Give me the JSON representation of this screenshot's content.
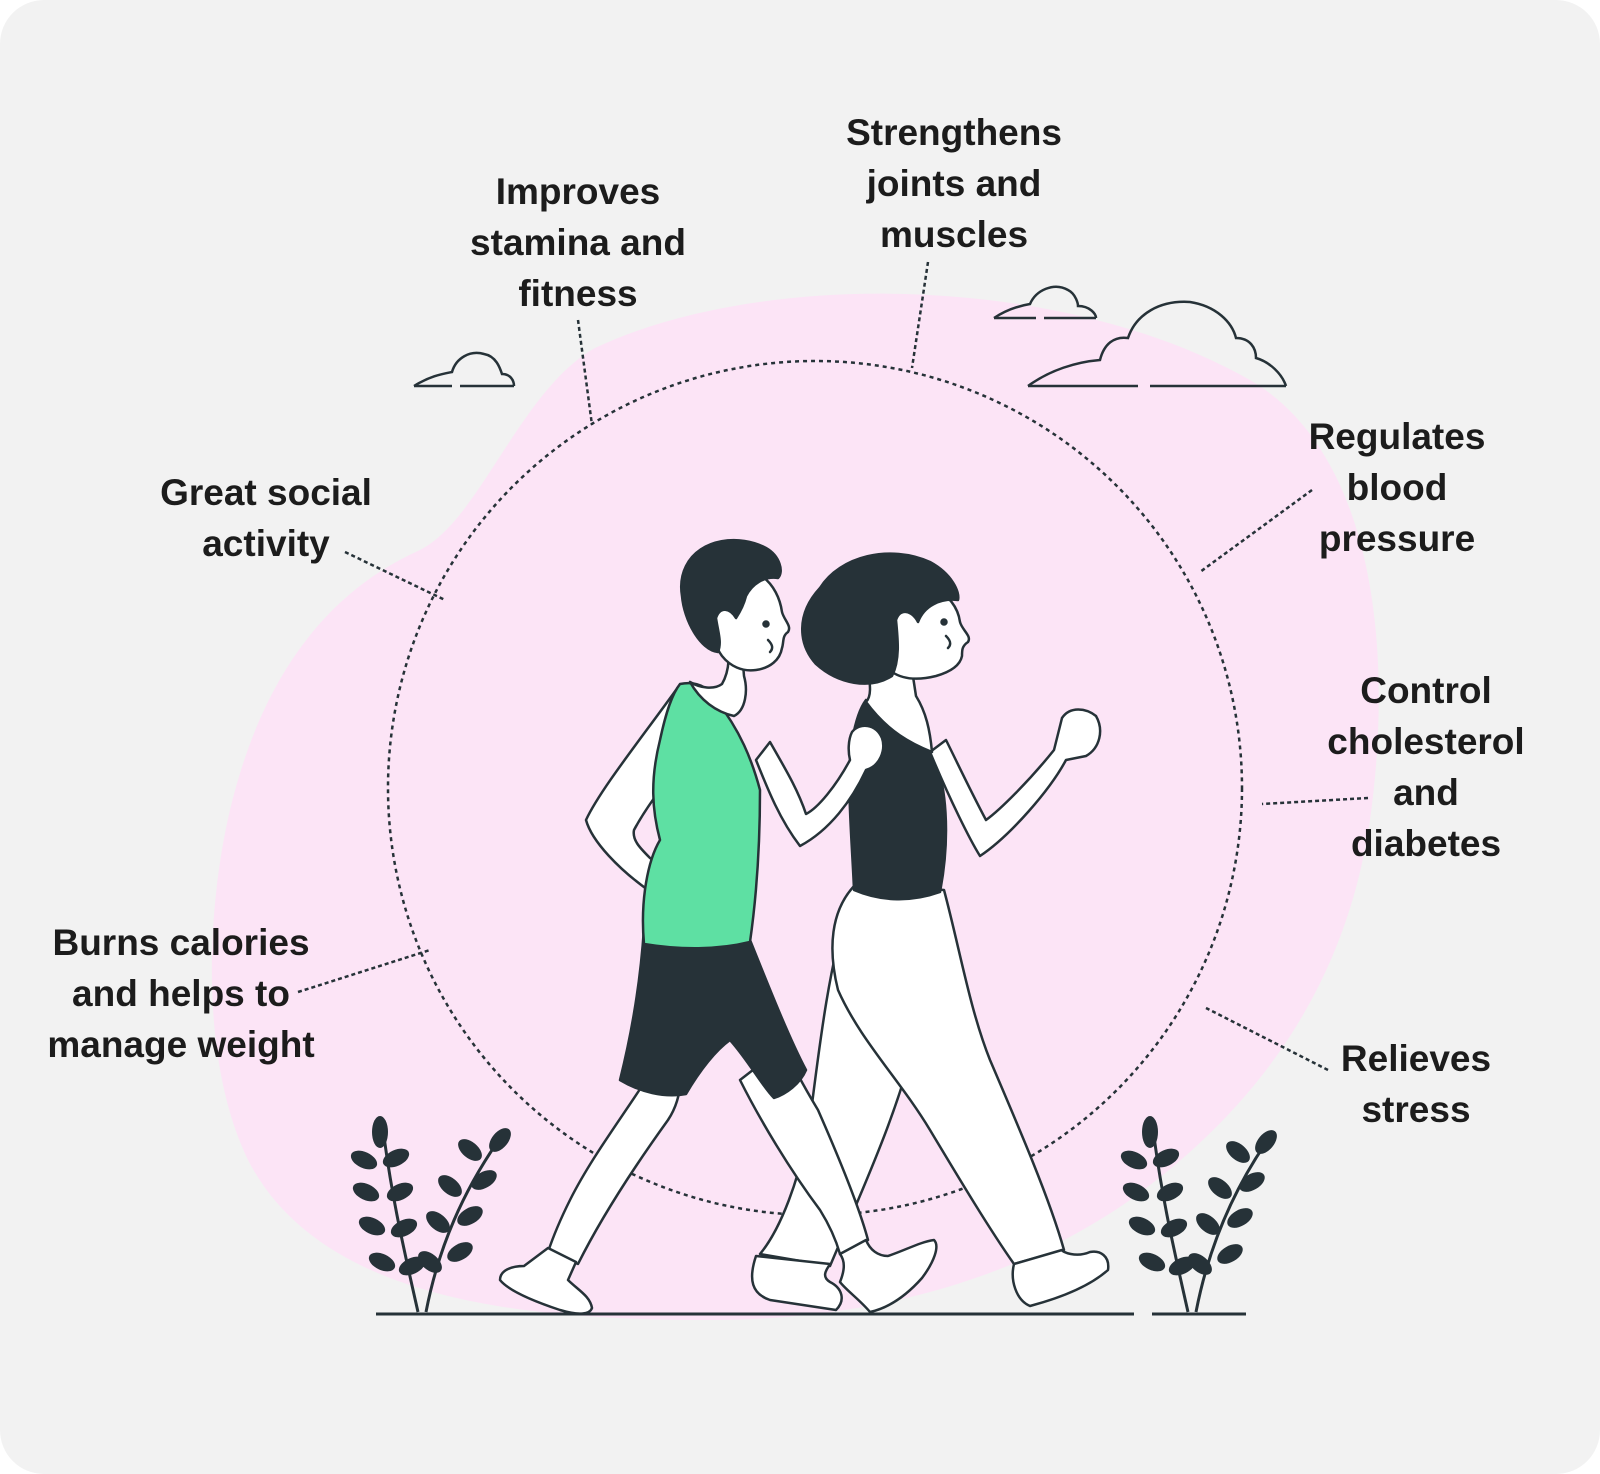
{
  "colors": {
    "background": "#f2f2f2",
    "blob": "#fce4f6",
    "ink": "#263238",
    "tank_top": "#5ee0a3",
    "white": "#ffffff"
  },
  "benefits": {
    "improves": "Improves\nstamina and\nfitness",
    "strengthens": "Strengthens\njoints and\nmuscles",
    "social": "Great social\nactivity",
    "regulates": "Regulates\nblood\npressure",
    "control": "Control\ncholesterol\nand\ndiabetes",
    "burns": "Burns calories\nand helps to\nmanage weight",
    "relieves": "Relieves\nstress"
  },
  "icons": [
    "cloud-icon",
    "plant-icon",
    "walking-man-illustration",
    "walking-woman-illustration"
  ]
}
